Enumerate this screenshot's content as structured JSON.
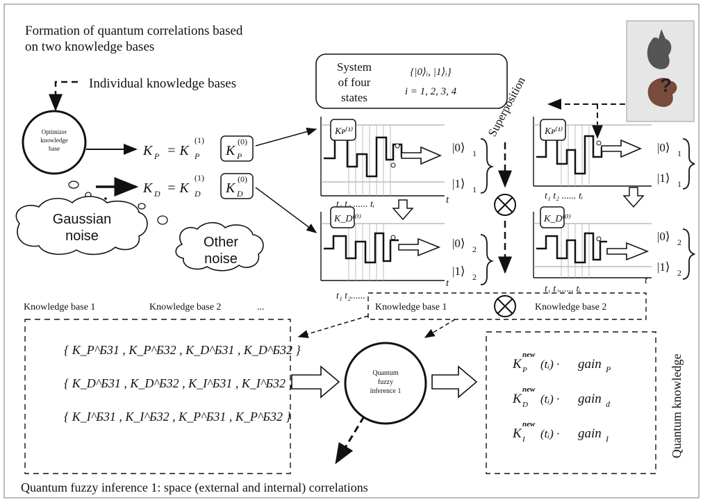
{
  "title_line1": "Formation of quantum correlations based",
  "title_line2": "on two knowledge bases",
  "individual_kb": "Individual knowledge bases",
  "optimizer_l1": "Optimizer",
  "optimizer_l2": "knowledge",
  "optimizer_l3": "base",
  "kp_lhs": "K",
  "kp_lhs_sub": "P",
  "kp_rhs": "= K",
  "kp_rhs_sub": "P",
  "kp_rhs_sup": "(1)",
  "kp_box": "K",
  "kp_box_sub": "P",
  "kp_box_sup": "(0)",
  "kd_lhs": "K",
  "kd_lhs_sub": "D",
  "kd_rhs": "= K",
  "kd_rhs_sub": "D",
  "kd_rhs_sup": "(1)",
  "kd_box": "K",
  "kd_box_sub": "D",
  "kd_box_sup": "(0)",
  "gaussian_l1": "Gaussian",
  "gaussian_l2": "noise",
  "other_l1": "Other",
  "other_l2": "noise",
  "states_l1": "System",
  "states_l2": "of four",
  "states_l3": "states",
  "states_formula": "{|0⟩ᵢ, |1⟩ᵢ}",
  "states_index": "i = 1, 2, 3, 4",
  "superposition": "Superposition",
  "ket01": "|0⟩",
  "ket11": "|1⟩",
  "ket02": "|0⟩",
  "ket12": "|1⟩",
  "sub1": "1",
  "sub2": "2",
  "t_axis": "t",
  "t_ticks_1": "t₁ t₂ ...... tᵢ",
  "t_ticks_2": "t₁ t₂...... tᵢ",
  "kb1_label": "Knowledge base 1",
  "kb2_label": "Knowledge base 2",
  "ellipsis": "...",
  "kb1_box": "Knowledge base 1",
  "kb2_box": "Knowledge base 2",
  "set_rows": [
    "{ K_P^Б31 , K_P^Б32 , K_D^Б31 , K_D^Б32 }",
    "{ K_D^Б31 , K_D^Б32 , K_I^Б31 , K_I^Б32 }",
    "{ K_I^Б31 , K_I^Б32 , K_P^Б31 , K_P^Б32 }"
  ],
  "qfi_l1": "Quantum",
  "qfi_l2": "fuzzy",
  "qfi_l3": "inference 1",
  "gain_p": "gain",
  "gain_p_sub": "P",
  "gain_d": "gain",
  "gain_d_sub": "d",
  "gain_i": "gain",
  "gain_i_sub": "I",
  "knew_k": "K",
  "knew_sup": "new",
  "knew_sub_p": "P",
  "knew_sub_d": "D",
  "knew_sub_i": "I",
  "knew_arg": "(tᵢ) ·",
  "quantum_knowledge": "Quantum knowledge",
  "caption": "Quantum fuzzy inference 1: space (external and internal) correlations"
}
